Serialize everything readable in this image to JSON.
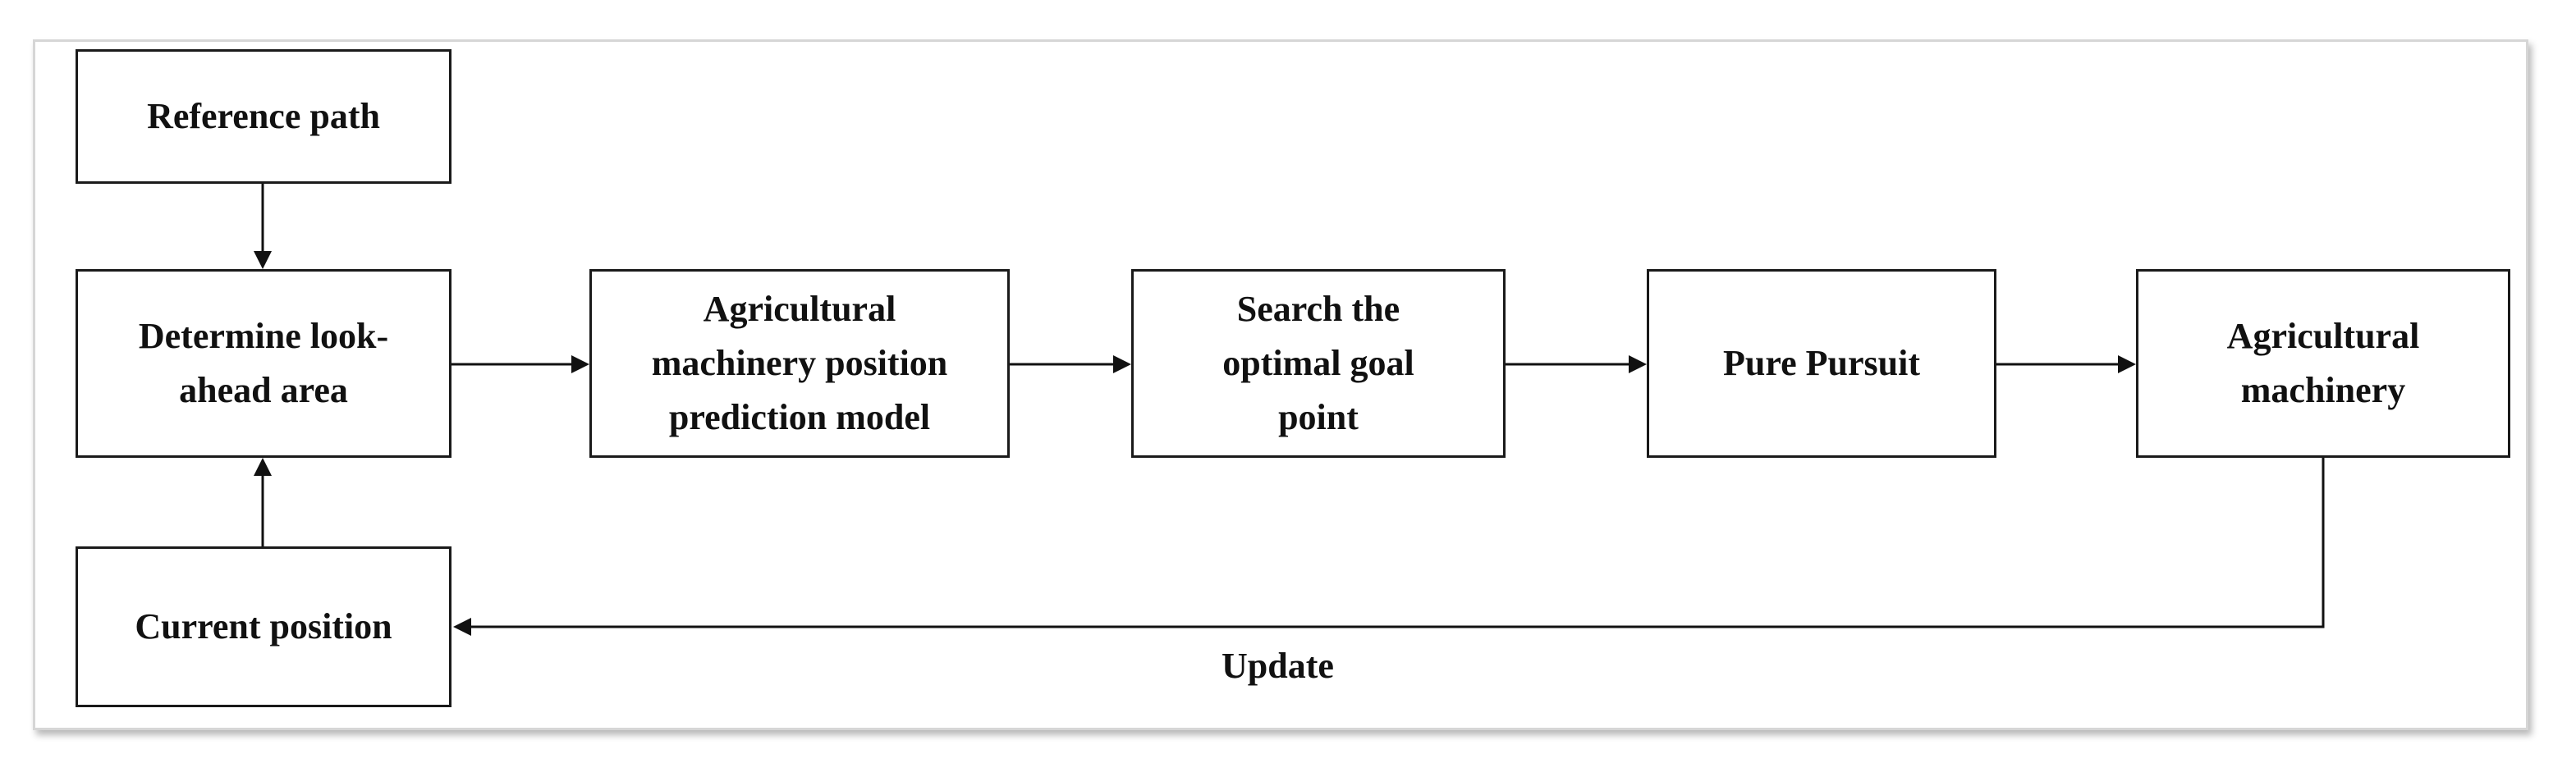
{
  "diagram": {
    "nodes": {
      "reference_path": "Reference path",
      "look_ahead": "Determine look-\nahead area",
      "prediction_model": "Agricultural\nmachinery  position\nprediction model",
      "search_goal": "Search the\noptimal goal\npoint",
      "pure_pursuit": "Pure Pursuit",
      "machinery": "Agricultural\nmachinery",
      "current_position": "Current position"
    },
    "edges": [
      {
        "from": "reference_path",
        "to": "look_ahead",
        "label": ""
      },
      {
        "from": "current_position",
        "to": "look_ahead",
        "label": ""
      },
      {
        "from": "look_ahead",
        "to": "prediction_model",
        "label": ""
      },
      {
        "from": "prediction_model",
        "to": "search_goal",
        "label": ""
      },
      {
        "from": "search_goal",
        "to": "pure_pursuit",
        "label": ""
      },
      {
        "from": "pure_pursuit",
        "to": "machinery",
        "label": ""
      },
      {
        "from": "machinery",
        "to": "current_position",
        "label": "Update"
      }
    ],
    "update_label": "Update"
  }
}
